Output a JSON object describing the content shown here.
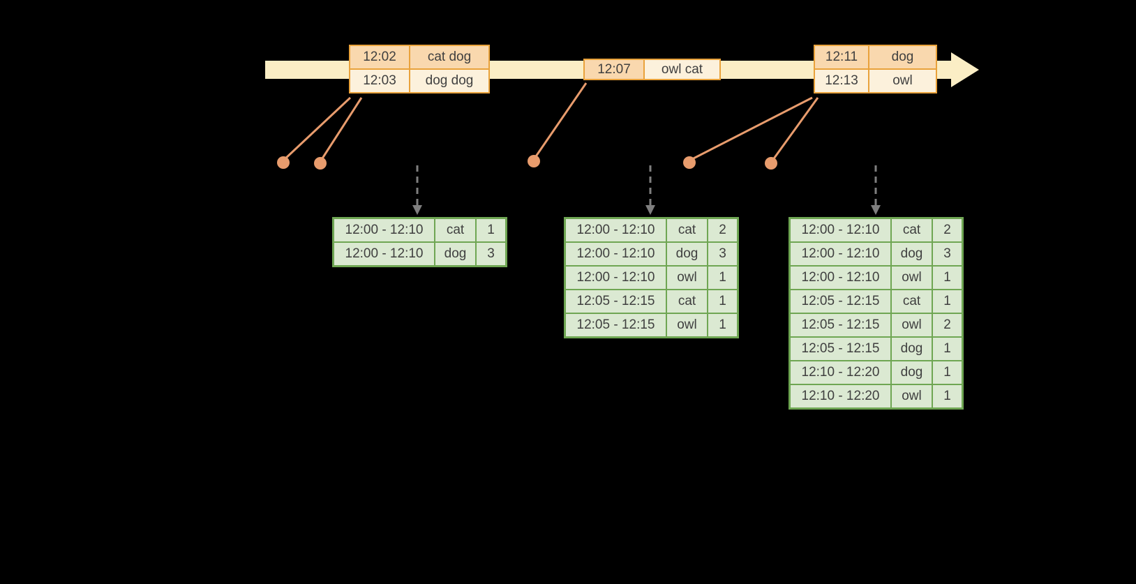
{
  "colors": {
    "background": "#000000",
    "timeline_fill": "#FBEEC5",
    "event_table_border": "#E9A23B",
    "event_cell_peach": "#F9D8AE",
    "event_cell_cream": "#FCF1DC",
    "connector_orange": "#E89C6D",
    "result_table_border": "#6FA653",
    "result_cell_fill": "#DBE9D2",
    "trigger_arrow_gray": "#7F7F7F",
    "text": "#3F3F3F"
  },
  "timeline": {
    "description": "horizontal pale-yellow arrow pointing right"
  },
  "event_tables": [
    {
      "rows": [
        [
          "12:02",
          "cat dog"
        ],
        [
          "12:03",
          "dog dog"
        ]
      ]
    },
    {
      "rows": [
        [
          "12:07",
          "owl cat"
        ]
      ]
    },
    {
      "rows": [
        [
          "12:11",
          "dog"
        ],
        [
          "12:13",
          "owl"
        ]
      ]
    }
  ],
  "result_tables": [
    {
      "rows": [
        [
          "12:00 - 12:10",
          "cat",
          "1"
        ],
        [
          "12:00 - 12:10",
          "dog",
          "3"
        ]
      ]
    },
    {
      "rows": [
        [
          "12:00 - 12:10",
          "cat",
          "2"
        ],
        [
          "12:00 - 12:10",
          "dog",
          "3"
        ],
        [
          "12:00 - 12:10",
          "owl",
          "1"
        ],
        [
          "12:05 - 12:15",
          "cat",
          "1"
        ],
        [
          "12:05 - 12:15",
          "owl",
          "1"
        ]
      ]
    },
    {
      "rows": [
        [
          "12:00 - 12:10",
          "cat",
          "2"
        ],
        [
          "12:00 - 12:10",
          "dog",
          "3"
        ],
        [
          "12:00 - 12:10",
          "owl",
          "1"
        ],
        [
          "12:05 - 12:15",
          "cat",
          "1"
        ],
        [
          "12:05 - 12:15",
          "owl",
          "2"
        ],
        [
          "12:05 - 12:15",
          "dog",
          "1"
        ],
        [
          "12:10 - 12:20",
          "dog",
          "1"
        ],
        [
          "12:10 - 12:20",
          "owl",
          "1"
        ]
      ]
    }
  ]
}
